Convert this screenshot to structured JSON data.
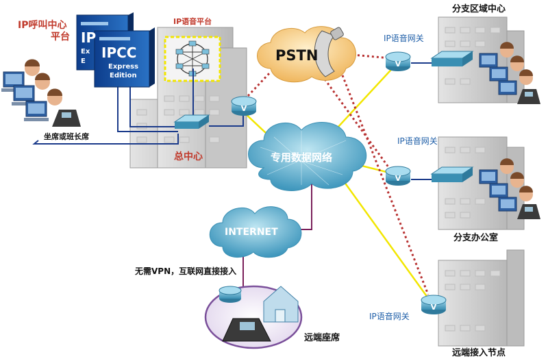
{
  "labels": {
    "ipcc_center": "IP呼叫中心",
    "ipcc_platform": "平台",
    "ip_voice_platform": "IP语音平台",
    "agent_seats": "坐席或班长席",
    "headquarters": "总中心",
    "pstn": "PSTN",
    "private_network": "专用数据网络",
    "internet": "INTERNET",
    "no_vpn_access": "无需VPN，互联网直接接入",
    "remote_seat": "远端座席",
    "branch_region_center": "分支区域中心",
    "branch_office": "分支办公室",
    "remote_access_node": "远端接入节点",
    "gateway_1": "IP语音网关",
    "gateway_2": "IP语音网关",
    "gateway_3": "IP语音网关"
  },
  "box_art": {
    "front_title": "IPCC",
    "front_line1": "Express",
    "front_line2": "Edition",
    "back_title": "IP",
    "back_line1": "Ex",
    "back_line2": "E"
  },
  "colors": {
    "yellow_link": "#f2e600",
    "red_link": "#b83232",
    "lan_link": "#1a3a8a",
    "wan_link": "#7a1f5a",
    "cloud": "#4fa9c9",
    "building": "#cfcfcf"
  }
}
